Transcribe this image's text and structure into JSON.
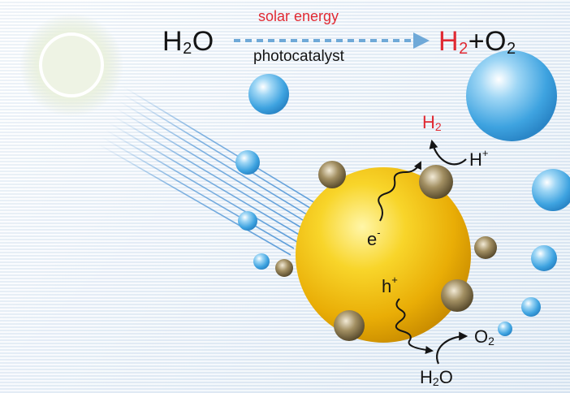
{
  "equation": {
    "reactant_main": "H",
    "reactant_sub": "2",
    "reactant_end": "O",
    "arrow_top_label": "solar energy",
    "arrow_bottom_label": "photocatalyst",
    "product_h_main": "H",
    "product_h_sub": "2",
    "plus": "+",
    "product_o_main": "O",
    "product_o_sub": "2"
  },
  "particle_labels": {
    "h2_main": "H",
    "h2_sub": "2",
    "hplus_main": "H",
    "hplus_sup": "+",
    "electron_main": "e",
    "electron_sup": "-",
    "hole_main": "h",
    "hole_sup": "+",
    "o2_main": "O",
    "o2_sub": "2",
    "water_main": "H",
    "water_sub": "2",
    "water_end": "O"
  },
  "colors": {
    "accent_red": "#e02a33",
    "arrow_blue": "#6fa9d8",
    "catalyst_gold": "#f2c414",
    "bubble_blue": "#3ea3e0"
  }
}
